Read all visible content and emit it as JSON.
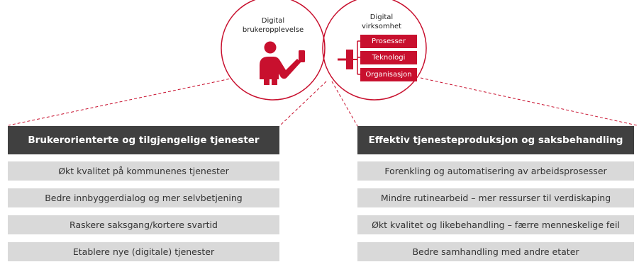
{
  "circles": {
    "left_label": [
      "Digital",
      "brukeropplevelse"
    ],
    "right_label": [
      "Digital",
      "virksomhet"
    ],
    "boxes": [
      "Prosesser",
      "Teknologi",
      "Organisasjon"
    ]
  },
  "left_column": {
    "title": "Brukerorienterte og tilgjengelige tjenester",
    "items": [
      "Økt kvalitet på kommunenes tjenester",
      "Bedre innbyggerdialog og mer selvbetjening",
      "Raskere saksgang/kortere svartid",
      "Etablere nye (digitale) tjenester"
    ]
  },
  "right_column": {
    "title": "Effektiv tjenesteproduksjon og saksbehandling",
    "items": [
      "Forenkling og automatisering av arbeidsprosesser",
      "Mindre rutinearbeid – mer ressurser til verdiskaping",
      "Økt kvalitet og likebehandling – færre menneskelige feil",
      "Bedre samhandling med andre etater"
    ]
  },
  "colors": {
    "accent": "#c8102e",
    "header_bg": "#404040",
    "item_bg": "#d9d9d9"
  }
}
